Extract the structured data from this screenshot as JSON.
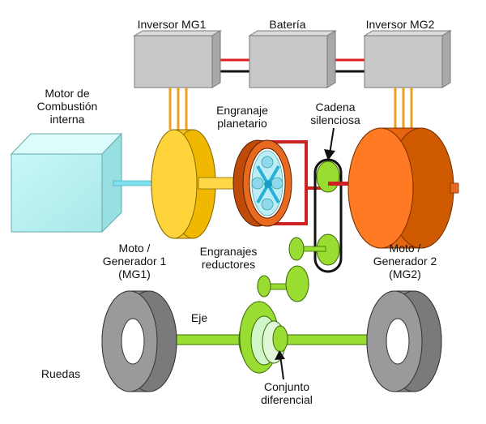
{
  "labels": {
    "inverter_mg1": "Inversor MG1",
    "battery": "Batería",
    "inverter_mg2": "Inversor MG2",
    "engine": [
      "Motor de",
      "Combustión",
      "interna"
    ],
    "planetary_gear": [
      "Engranaje",
      "planetario"
    ],
    "silent_chain": [
      "Cadena",
      "silenciosa"
    ],
    "mg1": [
      "Moto /",
      "Generador 1",
      "(MG1)"
    ],
    "reduction_gears": [
      "Engranajes",
      "reductores"
    ],
    "mg2": [
      "Moto /",
      "Generador 2",
      "(MG2)"
    ],
    "axle": "Eje",
    "wheels": "Ruedas",
    "differential": [
      "Conjunto",
      "diferencial"
    ]
  },
  "colors": {
    "inverter_box": "#c8c8c8",
    "battery_box": "#c8c8c8",
    "engine_block": "#c8f5f5",
    "mg1": "#f5c000",
    "planetary": "#e05a10",
    "planetary_frame": "#cc2222",
    "mg2": "#ff6a10",
    "green_gear": "#99dd33",
    "axle": "#99dd33",
    "tire": "#8a8a8a",
    "wire_red": "#dd2020",
    "wire_black": "#111111",
    "wire_orange": "#f0a020"
  }
}
